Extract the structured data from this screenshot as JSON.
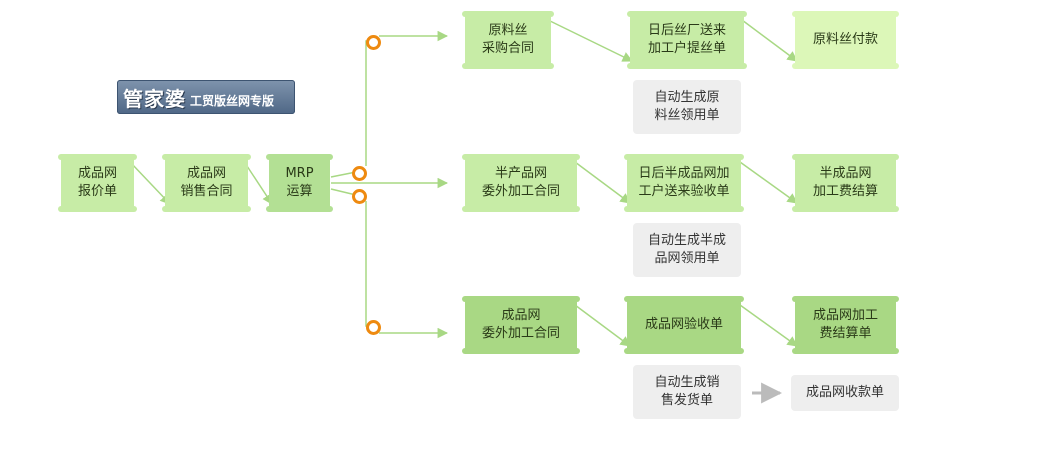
{
  "logo": {
    "brand": "管家婆",
    "edition": "工贸版丝网专版"
  },
  "colors": {
    "connector_orange": "#ee8a10",
    "line_green": "#a8d884",
    "arrow_grey": "#bbbbbb"
  },
  "nodes": {
    "quote": "成品网\n报价单",
    "sales_contract": "成品网\n销售合同",
    "mrp": "MRP\n运算",
    "raw_contract": "原料丝\n采购合同",
    "raw_pickup": "日后丝厂送来\n加工户提丝单",
    "raw_payment": "原料丝付款",
    "semi_contract": "半产品网\n委外加工合同",
    "semi_receipt": "日后半成品网加\n工户送来验收单",
    "semi_settle": "半成品网\n加工费结算",
    "fin_contract": "成品网\n委外加工合同",
    "fin_receipt": "成品网验收单",
    "fin_settle": "成品网加工\n费结算单",
    "fin_collection": "成品网收款单"
  },
  "auto": {
    "raw_req": "自动生成原\n料丝领用单",
    "semi_req": "自动生成半成\n品网领用单",
    "delivery": "自动生成销\n售发货单"
  }
}
